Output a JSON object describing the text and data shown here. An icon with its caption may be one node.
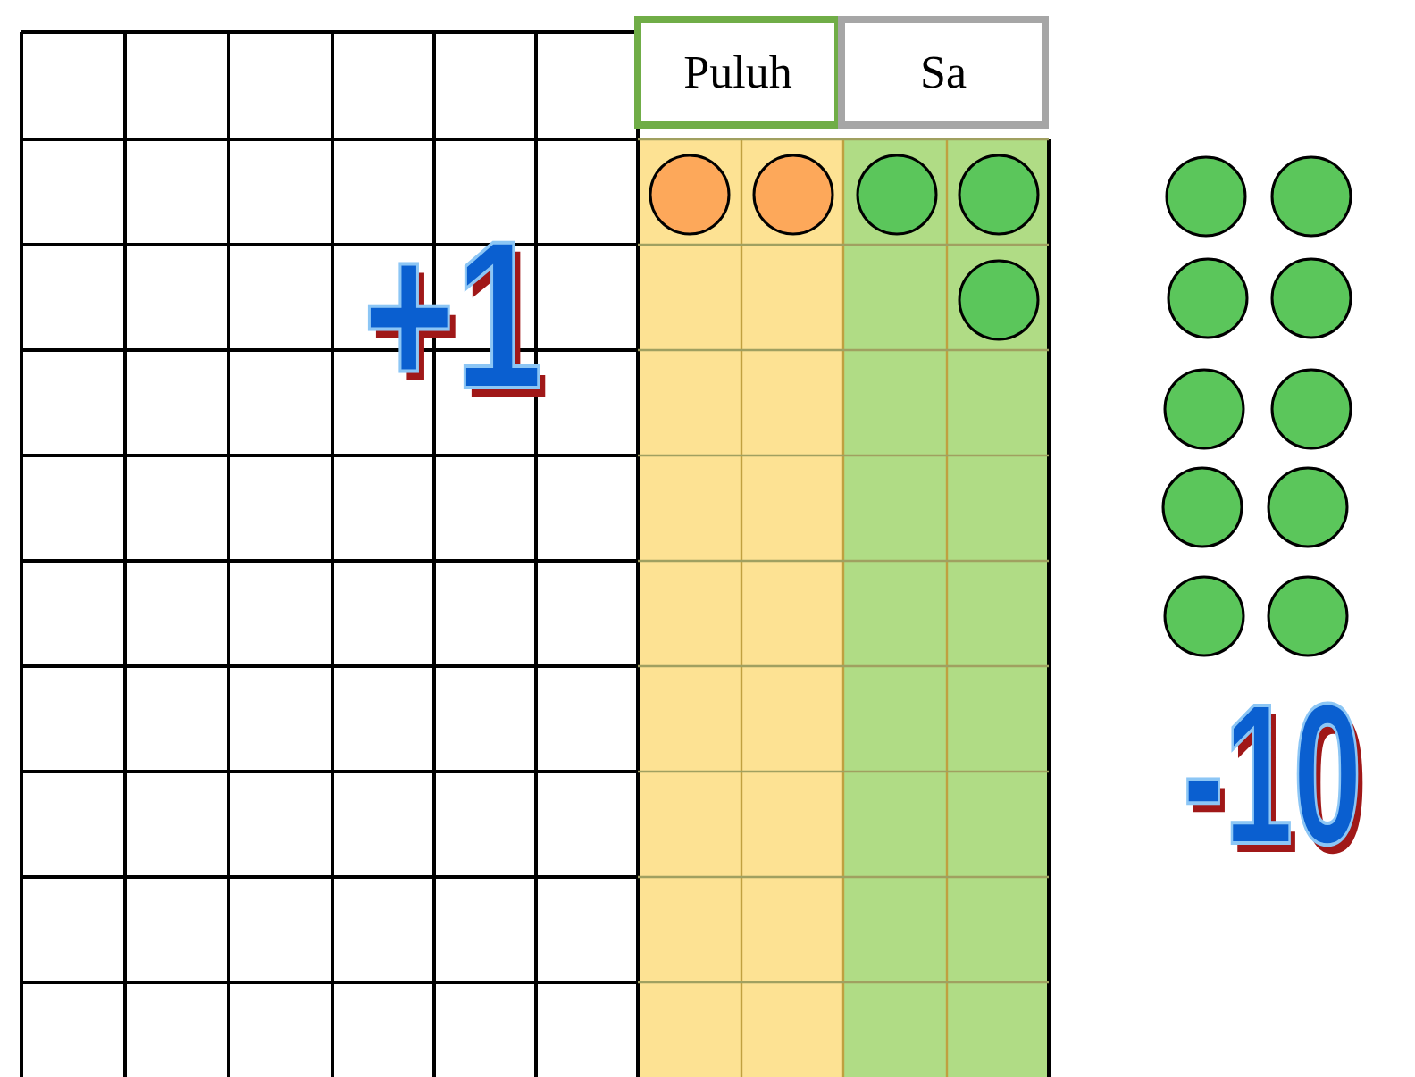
{
  "diagram": {
    "nodes": [
      {
        "text": [
          "Puluh"
        ]
      },
      {
        "text": [
          "Sa"
        ]
      }
    ],
    "labels": [
      "+1",
      "-10"
    ]
  }
}
